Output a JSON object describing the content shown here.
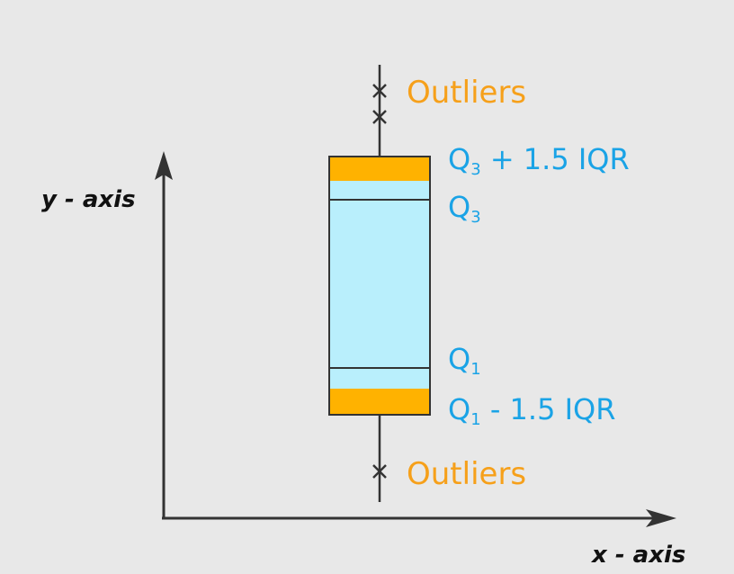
{
  "axes": {
    "y_label": "y - axis",
    "x_label": "x - axis"
  },
  "labels": {
    "outliers_top": "Outliers",
    "outliers_bottom": "Outliers",
    "q3_upper": {
      "base": "Q",
      "sub": "3",
      "rest": " + 1.5 IQR"
    },
    "q3": {
      "base": "Q",
      "sub": "3",
      "rest": ""
    },
    "q1": {
      "base": "Q",
      "sub": "1",
      "rest": ""
    },
    "q1_lower": {
      "base": "Q",
      "sub": "1",
      "rest": " - 1.5 IQR"
    }
  },
  "colors": {
    "background": "#e8e8e8",
    "axis": "#333333",
    "box_fill": "#b9effc",
    "whisker_band": "#ffb200",
    "outline": "#333333",
    "outlier_text": "#f6a01a",
    "quartile_text": "#1aa3e6"
  }
}
